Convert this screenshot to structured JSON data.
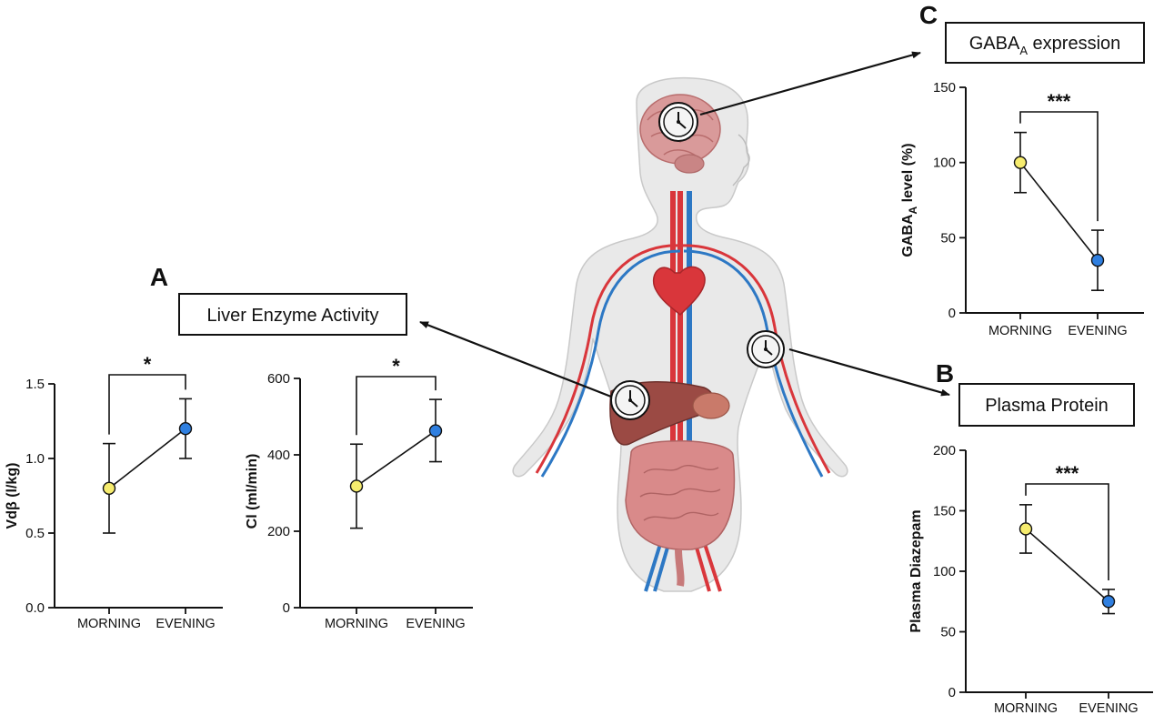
{
  "colors": {
    "morning": "#f6ec6e",
    "evening": "#2f7fe0",
    "ink": "#111111",
    "skin": "#e9e9e9",
    "artery": "#d9363b",
    "vein": "#2d78c4",
    "liver": "#9b4a44",
    "intestine": "#d98a8a"
  },
  "labels": {
    "panel_a": "A",
    "panel_b": "B",
    "panel_c": "C",
    "box_a": "Liver Enzyme Activity",
    "box_b": "Plasma Protein",
    "box_c_base": "GABA",
    "box_c_sub": "A",
    "box_c_tail": " expression"
  },
  "icons": [
    "clock-icon",
    "brain-icon",
    "heart-icon",
    "liver-icon",
    "intestine-icon"
  ],
  "chart_data": [
    {
      "id": "vd",
      "type": "line",
      "categories": [
        "MORNING",
        "EVENING"
      ],
      "values": [
        0.8,
        1.2
      ],
      "errors": [
        [
          0.5,
          1.1
        ],
        [
          1.0,
          1.4
        ]
      ],
      "ylabel": "Vdβ (l/kg)",
      "ylim": [
        0,
        1.5
      ],
      "yticks": [
        "0.0",
        "0.5",
        "1.0",
        "1.5"
      ],
      "significance": "*"
    },
    {
      "id": "cl",
      "type": "line",
      "categories": [
        "MORNING",
        "EVENING"
      ],
      "values": [
        318,
        463
      ],
      "errors": [
        [
          208,
          428
        ],
        [
          382,
          545
        ]
      ],
      "ylabel": "Cl (ml/min)",
      "ylim": [
        0,
        600
      ],
      "yticks": [
        "0",
        "200",
        "400",
        "600"
      ],
      "significance": "*"
    },
    {
      "id": "gaba",
      "type": "line",
      "categories": [
        "MORNING",
        "EVENING"
      ],
      "values": [
        100,
        35
      ],
      "errors": [
        [
          80,
          120
        ],
        [
          15,
          55
        ]
      ],
      "ylabel_base": "GABA",
      "ylabel_sub": "A",
      "ylabel_tail": " level (%)",
      "ylim": [
        0,
        150
      ],
      "yticks": [
        "0",
        "50",
        "100",
        "150"
      ],
      "significance": "***"
    },
    {
      "id": "plasma",
      "type": "line",
      "categories": [
        "MORNING",
        "EVENING"
      ],
      "values": [
        135,
        75
      ],
      "errors": [
        [
          115,
          155
        ],
        [
          65,
          85
        ]
      ],
      "ylabel": "Plasma Diazepam",
      "ylim": [
        0,
        200
      ],
      "yticks": [
        "0",
        "50",
        "100",
        "150",
        "200"
      ],
      "significance": "***"
    }
  ]
}
